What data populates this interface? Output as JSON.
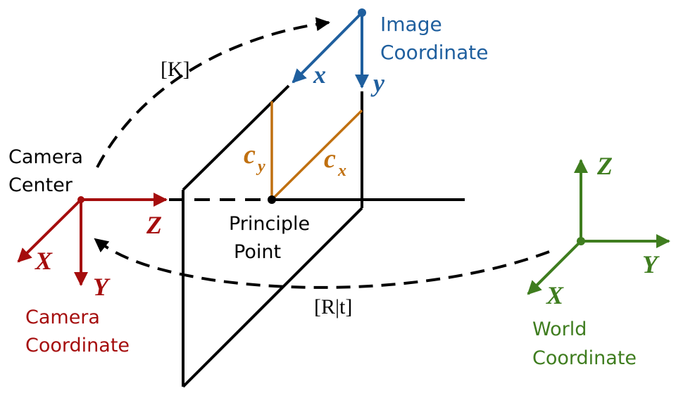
{
  "colors": {
    "camera": "#a50d0d",
    "image": "#1f5f9e",
    "world": "#3f7d1f",
    "principal": "#c07010",
    "ink": "#000000"
  },
  "labels": {
    "image_coordinate_1": "Image",
    "image_coordinate_2": "Coordinate",
    "image_x": "x",
    "image_y": "y",
    "intrinsic": "[K]",
    "camera_center_1": "Camera",
    "camera_center_2": "Center",
    "camera_X": "X",
    "camera_Y": "Y",
    "camera_Z": "Z",
    "camera_coordinate_1": "Camera",
    "camera_coordinate_2": "Coordinate",
    "cy": "c",
    "cy_sub": "y",
    "cx": "c",
    "cx_sub": "x",
    "principal_point_1": "Principle",
    "principal_point_2": "Point",
    "extrinsic": "[R|t]",
    "world_X": "X",
    "world_Y": "Y",
    "world_Z": "Z",
    "world_coordinate_1": "World",
    "world_coordinate_2": "Coordinate"
  }
}
